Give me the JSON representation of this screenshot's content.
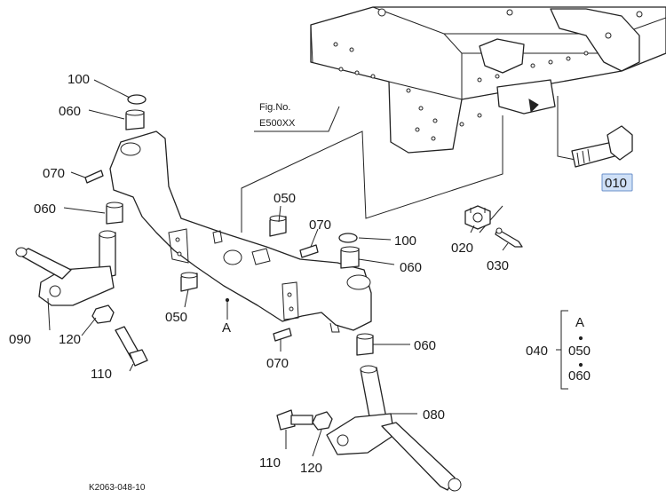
{
  "diagram": {
    "figure_ref_lines": [
      "Fig.No.",
      "E500XX"
    ],
    "drawing_code": "K2063-048-10",
    "callouts": {
      "p100_top": "100",
      "p060_top": "060",
      "p070_left": "070",
      "p060_left": "060",
      "p090": "090",
      "p120_left": "120",
      "p110_left": "110",
      "p050_mid": "050",
      "p070_mid": "070",
      "p100_right": "100",
      "p060_mid": "060",
      "p050_low": "050",
      "a_label": "A",
      "p070_low": "070",
      "p060_low": "060",
      "p080": "080",
      "p110_low": "110",
      "p120_low": "120",
      "p020": "020",
      "p030": "030",
      "p010": "010"
    },
    "kit": {
      "number": "040",
      "items": [
        "A",
        "050",
        "060"
      ]
    },
    "highlight_color": "#cfe0f7",
    "highlight_border": "#6a8fc9"
  }
}
